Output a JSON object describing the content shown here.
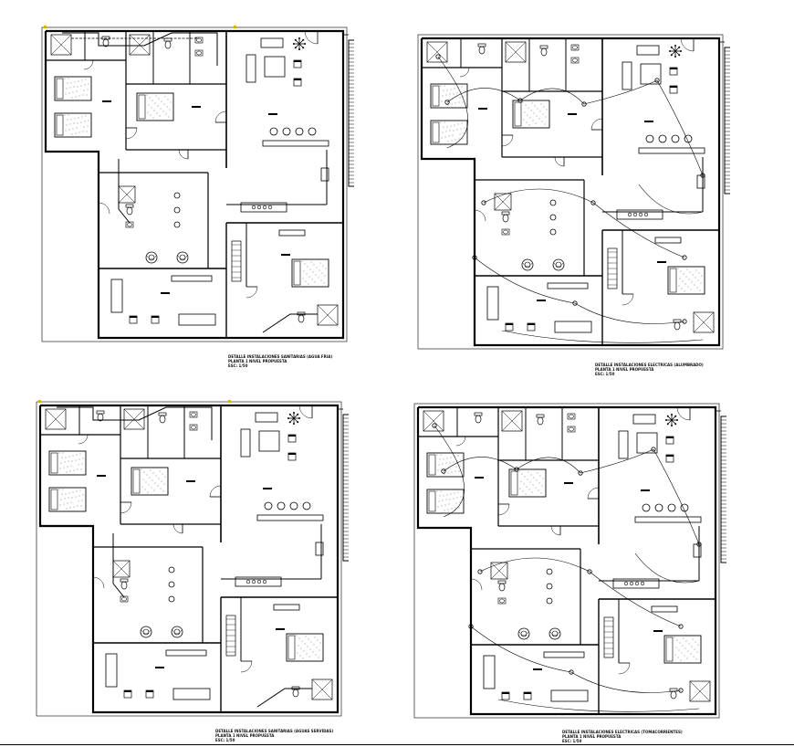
{
  "sheet": {
    "background": "#ffffff",
    "line_color": "#000000",
    "accent_marks": "#e0b000"
  },
  "plans": [
    {
      "id": "plan-1",
      "kind": "water",
      "caption": {
        "title": "DETALLE INSTALACIONES SANITARIAS (AGUA FRIA)",
        "subtitle": "PLANTA 1 NIVEL PROPUESTA",
        "scale": "ESC: 1/50"
      }
    },
    {
      "id": "plan-2",
      "kind": "electric",
      "caption": {
        "title": "DETALLE INSTALACIONES ELECTRICAS (ALUMBRADO)",
        "subtitle": "PLANTA 1 NIVEL PROPUESTA",
        "scale": "ESC: 1/50"
      }
    },
    {
      "id": "plan-3",
      "kind": "drain",
      "caption": {
        "title": "DETALLE INSTALACIONES SANITARIAS (AGUAS SERVIDAS)",
        "subtitle": "PLANTA 1 NIVEL PROPUESTA",
        "scale": "ESC: 1/50"
      }
    },
    {
      "id": "plan-4",
      "kind": "electric",
      "caption": {
        "title": "DETALLE INSTALACIONES ELECTRICAS (TOMACORRIENTES)",
        "subtitle": "PLANTA 1 NIVEL PROPUESTA",
        "scale": "ESC: 1/50"
      }
    }
  ]
}
